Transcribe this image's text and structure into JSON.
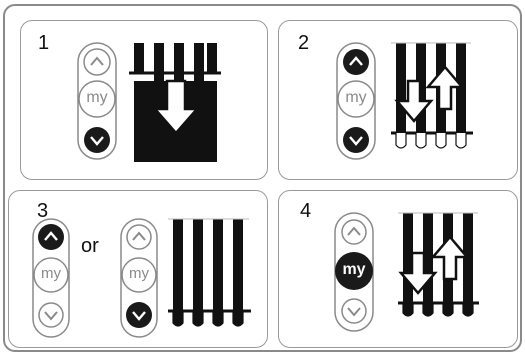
{
  "steps": [
    {
      "number": "1"
    },
    {
      "number": "2"
    },
    {
      "number": "3",
      "or_label": "or"
    },
    {
      "number": "4"
    }
  ],
  "remote": {
    "up_icon": "chevron-up-icon",
    "down_icon": "chevron-down-icon",
    "my_label": "my"
  },
  "colors": {
    "active_fill": "#1a1a1a",
    "inactive_stroke": "#8a8a8a",
    "panel_border": "#9a9a9a"
  }
}
